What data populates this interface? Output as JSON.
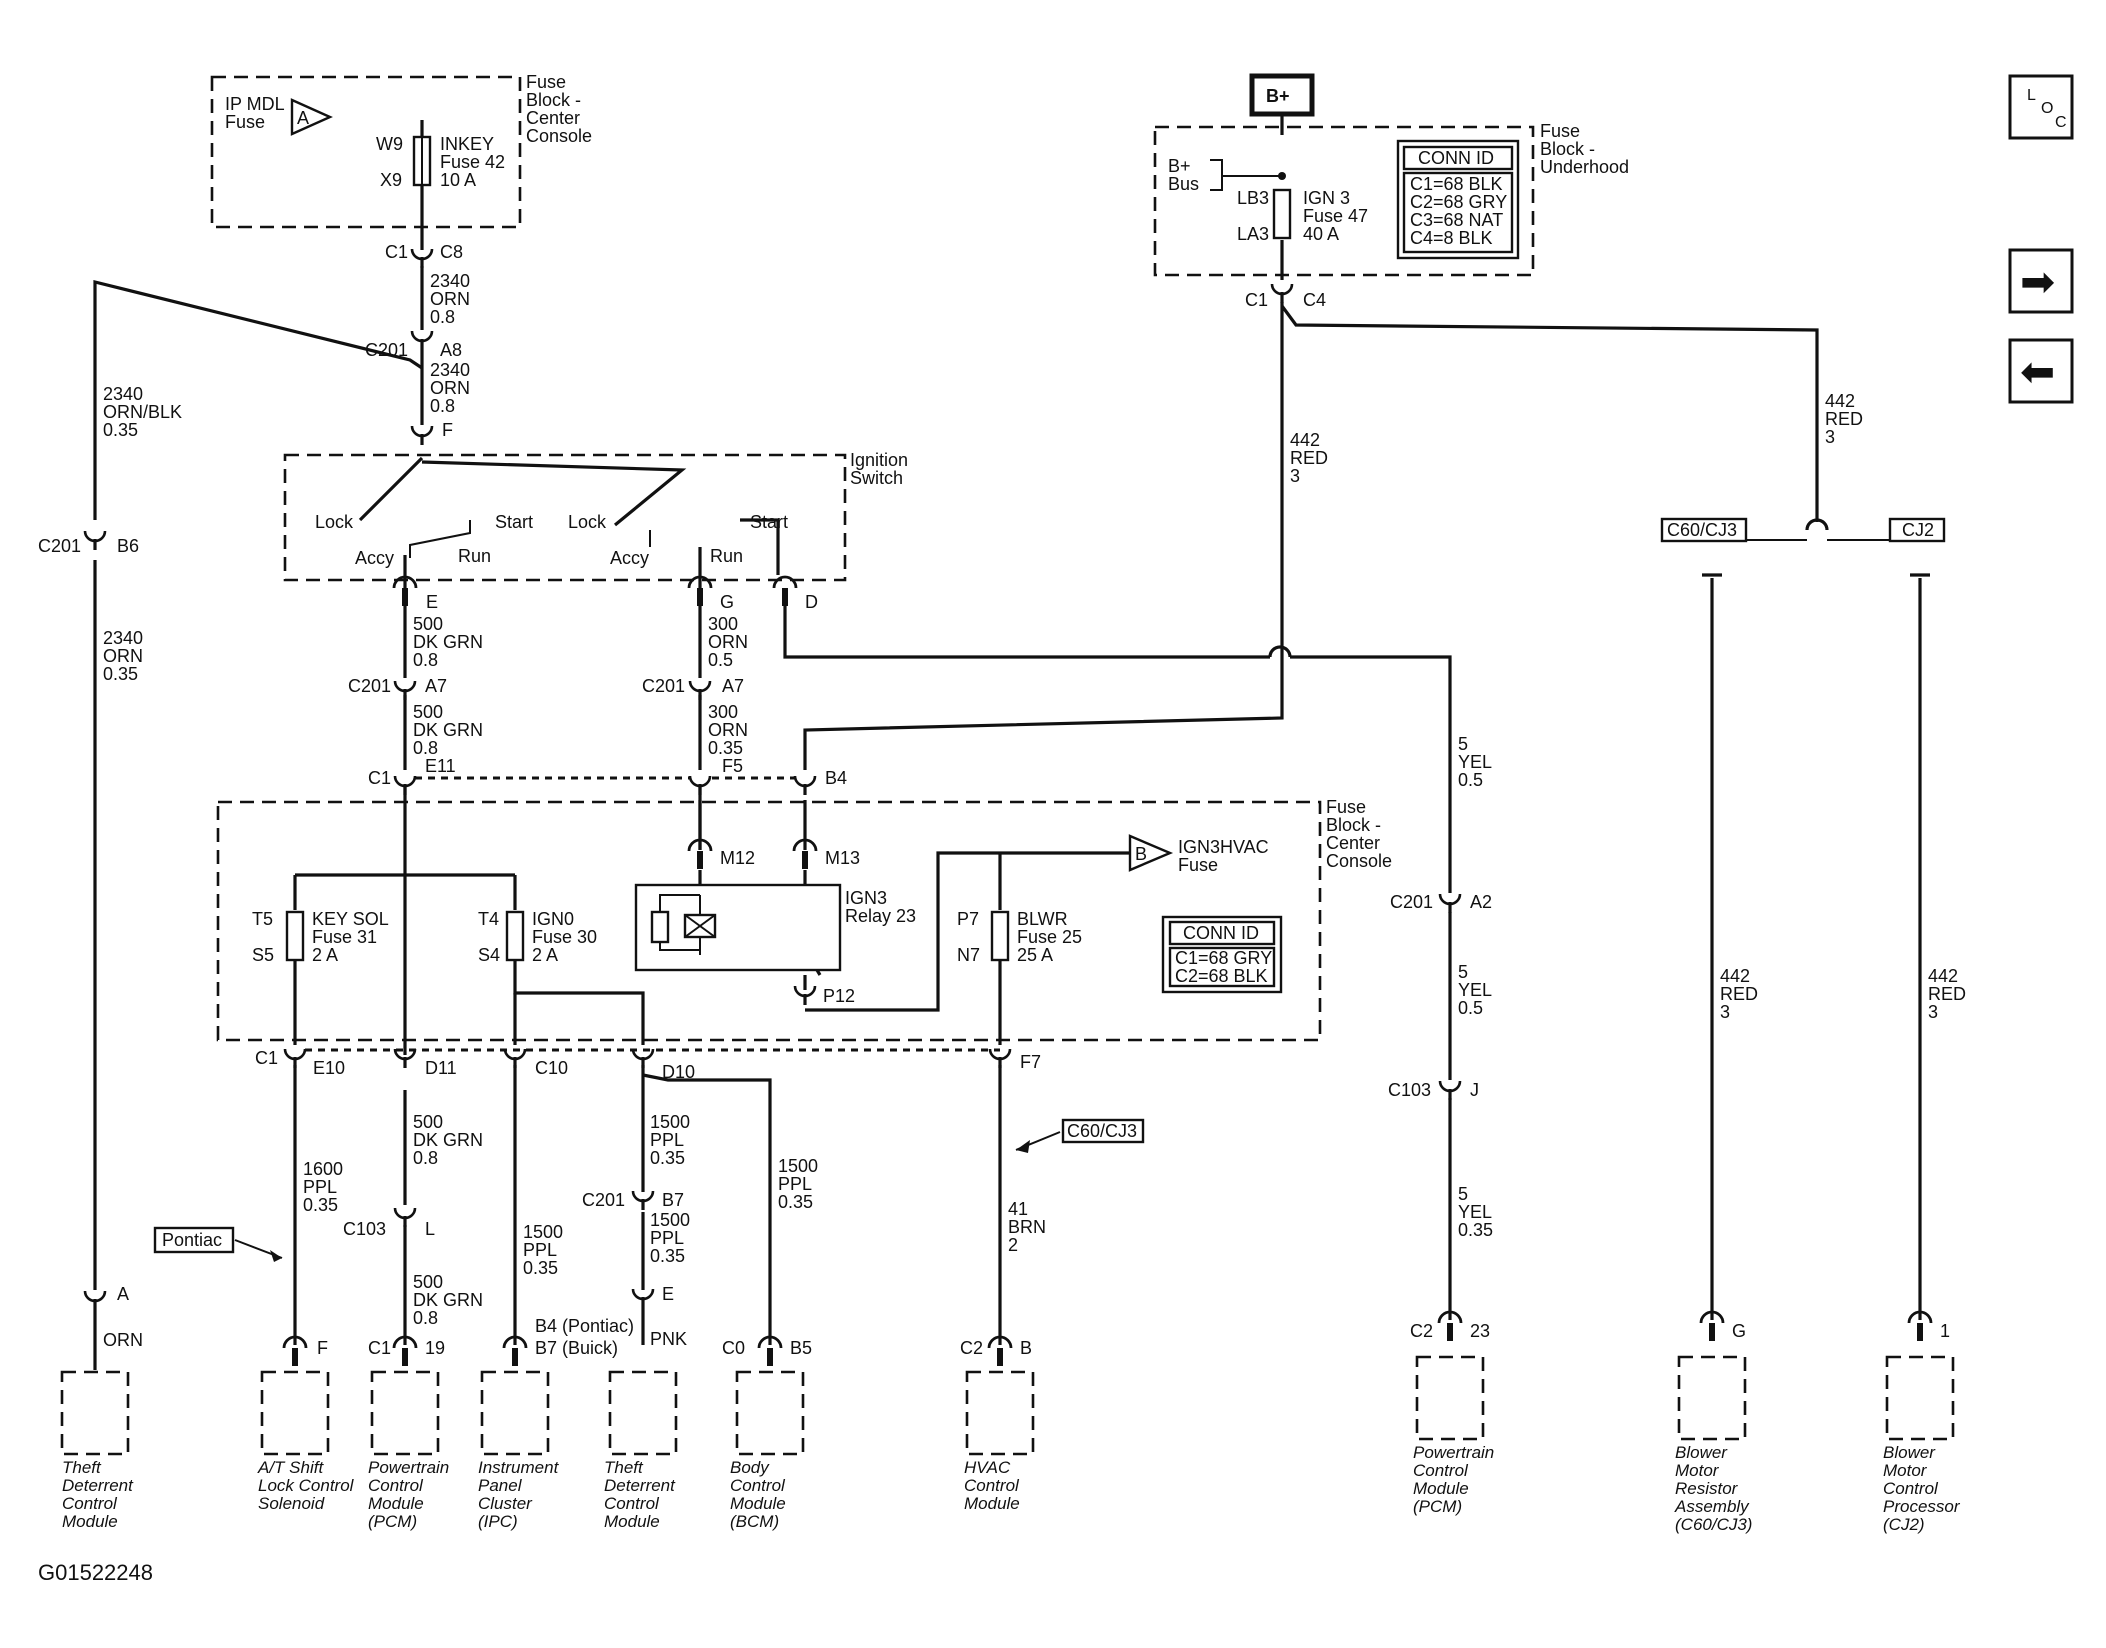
{
  "fig_id": "G01522248",
  "nav": {
    "loc_l": "L",
    "loc_o": "O",
    "loc_c": "C",
    "next_glyph": "➡",
    "prev_glyph": "⬅"
  },
  "fb_top": {
    "title": [
      "Fuse",
      "Block -",
      "Center",
      "Console"
    ],
    "ipmdl": [
      "IP MDL",
      "Fuse"
    ],
    "ipmdl_flag": "A",
    "pin_w9": "W9",
    "pin_x9": "X9",
    "fuse": [
      "INKEY",
      "Fuse 42",
      "10 A"
    ],
    "conn_c1": "C1",
    "conn_c8": "C8"
  },
  "fb_under": {
    "title": [
      "Fuse",
      "Block -",
      "Underhood"
    ],
    "bplus": "B+",
    "bus": [
      "B+",
      "Bus"
    ],
    "pin_lb3": "LB3",
    "pin_la3": "LA3",
    "fuse": [
      "IGN 3",
      "Fuse 47",
      "40 A"
    ],
    "conn_title": "CONN ID",
    "conn_rows": [
      "C1=68 BLK",
      "C2=68 GRY",
      "C3=68 NAT",
      "C4=8 BLK"
    ],
    "conn_c1": "C1",
    "conn_c4": "C4"
  },
  "fb_center": {
    "title": [
      "Fuse",
      "Block -",
      "Center",
      "Console"
    ],
    "fuse31": [
      "KEY SOL",
      "Fuse 31",
      "2 A"
    ],
    "pin_t5": "T5",
    "pin_s5": "S5",
    "fuse30": [
      "IGN0",
      "Fuse 30",
      "2 A"
    ],
    "pin_t4": "T4",
    "pin_s4": "S4",
    "relay": [
      "IGN3",
      "Relay 23"
    ],
    "pin_m12": "M12",
    "pin_m13": "M13",
    "pin_p12": "P12",
    "fuse25": [
      "BLWR",
      "Fuse 25",
      "25 A"
    ],
    "pin_p7": "P7",
    "pin_n7": "N7",
    "ign3hvac": [
      "IGN3HVAC",
      "Fuse"
    ],
    "ign3hvac_flag": "B",
    "conn_title": "CONN ID",
    "conn_rows": [
      "C1=68 GRY",
      "C2=68 BLK"
    ]
  },
  "ign_sw": {
    "title": [
      "Ignition",
      "Switch"
    ],
    "lock1": "Lock",
    "start1": "Start",
    "accy1": "Accy",
    "run1": "Run",
    "lock2": "Lock",
    "accy2": "Accy",
    "run2": "Run",
    "start2": "Start",
    "pin_f": "F",
    "pin_e": "E",
    "pin_g": "G",
    "pin_d": "D"
  },
  "wires": {
    "w2340a": [
      "2340",
      "ORN",
      "0.8"
    ],
    "w2340b": [
      "2340",
      "ORN",
      "0.8"
    ],
    "w2340c": [
      "2340",
      "ORN/BLK",
      "0.35"
    ],
    "w2340d": [
      "2340",
      "ORN",
      "0.35"
    ],
    "w500a": [
      "500",
      "DK GRN",
      "0.8"
    ],
    "w500b": [
      "500",
      "DK GRN",
      "0.8"
    ],
    "w500c": [
      "500",
      "DK GRN",
      "0.8"
    ],
    "w500d": [
      "500",
      "DK GRN",
      "0.8"
    ],
    "w300a": [
      "300",
      "ORN",
      "0.5"
    ],
    "w300b": [
      "300",
      "ORN",
      "0.35"
    ],
    "w442a": [
      "442",
      "RED",
      "3"
    ],
    "w442b": [
      "442",
      "RED",
      "3"
    ],
    "w442c": [
      "442",
      "RED",
      "3"
    ],
    "w442d": [
      "442",
      "RED",
      "3"
    ],
    "w5a": [
      "5",
      "YEL",
      "0.5"
    ],
    "w5b": [
      "5",
      "YEL",
      "0.5"
    ],
    "w5c": [
      "5",
      "YEL",
      "0.35"
    ],
    "w1600": [
      "1600",
      "PPL",
      "0.35"
    ],
    "w1500a": [
      "1500",
      "PPL",
      "0.35"
    ],
    "w1500b": [
      "1500",
      "PPL",
      "0.35"
    ],
    "w1500c": [
      "1500",
      "PPL",
      "0.35"
    ],
    "w1500d": [
      "1500",
      "PPL",
      "0.35"
    ],
    "w41": [
      "41",
      "BRN",
      "2"
    ],
    "orn": "ORN",
    "pnk": "PNK"
  },
  "conns": {
    "c201": "C201",
    "a8": "A8",
    "b6": "B6",
    "a7": "A7",
    "a7b": "A7",
    "c201b": "C201",
    "c201c": "C201",
    "c201d": "C201",
    "c201e": "C201",
    "c1_mid": "C1",
    "e11": "E11",
    "f5": "F5",
    "b4": "B4",
    "c1_bot": "C1",
    "e10": "E10",
    "d11": "D11",
    "c10": "C10",
    "d10": "D10",
    "f7": "F7",
    "a2": "A2",
    "c103a": "C103",
    "j": "J",
    "c103b": "C103",
    "l": "L",
    "b7": "B7"
  },
  "tags": {
    "c60cj3": "C60/CJ3",
    "cj2": "CJ2",
    "pontiac": "Pontiac",
    "c60cj3b": "C60/CJ3"
  },
  "modules": {
    "m1": {
      "pin": "A",
      "name": [
        "Theft",
        "Deterrent",
        "Control",
        "Module"
      ]
    },
    "m2": {
      "pin": "F",
      "name": [
        "A/T Shift",
        "Lock Control",
        "Solenoid"
      ]
    },
    "m3": {
      "conn": "C1",
      "pin": "19",
      "name": [
        "Powertrain",
        "Control",
        "Module",
        "(PCM)"
      ]
    },
    "m4": {
      "pin": [
        "B4 (Pontiac)",
        "B7 (Buick)"
      ],
      "name": [
        "Instrument",
        "Panel",
        "Cluster",
        "(IPC)"
      ]
    },
    "m5": {
      "pin": "E",
      "name": [
        "Theft",
        "Deterrent",
        "Control",
        "Module"
      ]
    },
    "m6": {
      "conn": "C0",
      "pin": "B5",
      "name": [
        "Body",
        "Control",
        "Module",
        "(BCM)"
      ]
    },
    "m7": {
      "conn": "C2",
      "pin": "B",
      "name": [
        "HVAC",
        "Control",
        "Module"
      ]
    },
    "m8": {
      "conn": "C2",
      "pin": "23",
      "name": [
        "Powertrain",
        "Control",
        "Module",
        "(PCM)"
      ]
    },
    "m9": {
      "pin": "G",
      "name": [
        "Blower",
        "Motor",
        "Resistor",
        "Assembly",
        "(C60/CJ3)"
      ]
    },
    "m10": {
      "pin": "1",
      "name": [
        "Blower",
        "Motor",
        "Control",
        "Processor",
        "(CJ2)"
      ]
    }
  }
}
